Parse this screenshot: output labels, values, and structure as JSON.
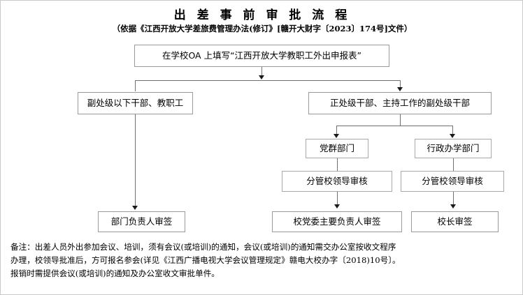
{
  "header": {
    "title": "出 差 事 前 审 批 流 程",
    "subtitle": "（依据《江西开放大学差旅费管理办法(修订》[赣开大财字〔2023〕174号]文件）"
  },
  "flow": {
    "start": {
      "label": "在学校OA 上填写“江西开放大学教职工外出申报表”"
    },
    "branch_left": {
      "label": "副处级以下干部、教职工"
    },
    "branch_right": {
      "label": "正处级干部、主持工作的副处级干部"
    },
    "left_final": {
      "label": "部门负责人审签"
    },
    "dept_party": {
      "label": "党群部门"
    },
    "dept_admin": {
      "label": "行政办学部门"
    },
    "review_party": {
      "label": "分管校领导审核"
    },
    "review_admin": {
      "label": "分管校领导审核"
    },
    "final_party": {
      "label": "校党委主要负责人审签"
    },
    "final_admin": {
      "label": "校长审签"
    }
  },
  "note": {
    "line1": "备注：出差人员外出参加会议、培训，须有会议(或培训)的通知，会议(或培训)的通知需交办公室按收文程序",
    "line2": "办理，校领导批准后，方可报名参会(详见《江西广播电视大学会议管理规定》赣电大校办字〔2018)10号〕。",
    "line3": "报销时需提供会议(或培训)的通知及办公室收文审批单件。"
  },
  "colors": {
    "box_border": "#9a9a9a",
    "connector": "#6f6f6f",
    "arrow": "#1a1a1a",
    "text": "#000000",
    "background": "#ffffff"
  }
}
